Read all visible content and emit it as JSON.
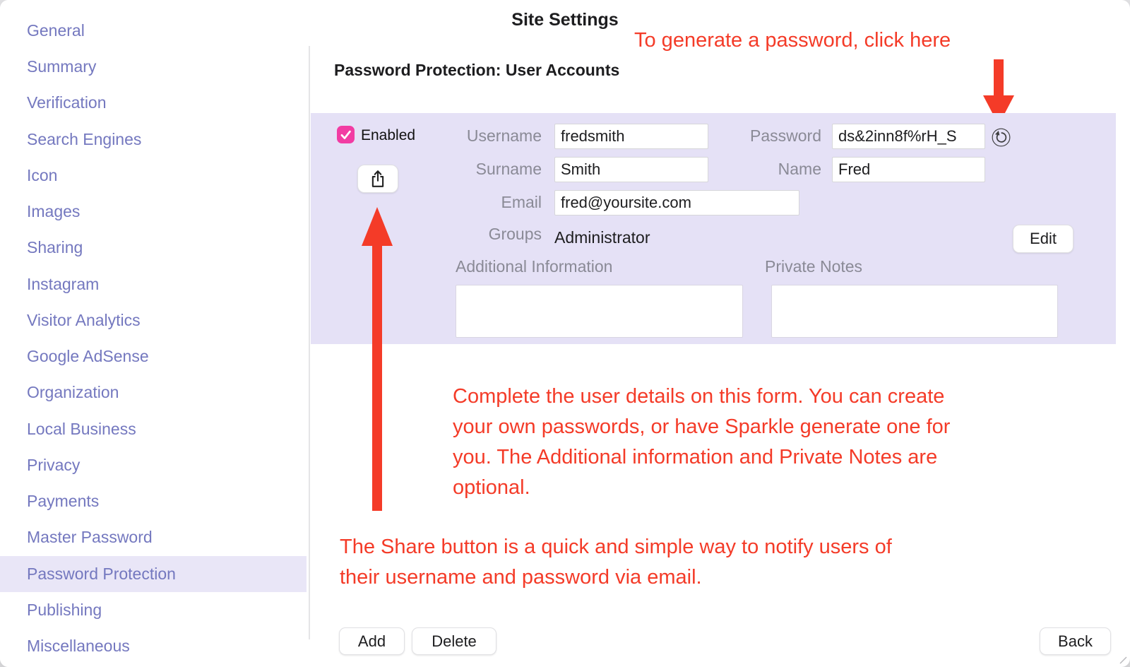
{
  "window": {
    "title": "Site Settings"
  },
  "sidebar": {
    "items": [
      {
        "label": "General",
        "selected": false
      },
      {
        "label": "Summary",
        "selected": false
      },
      {
        "label": "Verification",
        "selected": false
      },
      {
        "label": "Search Engines",
        "selected": false
      },
      {
        "label": "Icon",
        "selected": false
      },
      {
        "label": "Images",
        "selected": false
      },
      {
        "label": "Sharing",
        "selected": false
      },
      {
        "label": "Instagram",
        "selected": false
      },
      {
        "label": "Visitor Analytics",
        "selected": false
      },
      {
        "label": "Google AdSense",
        "selected": false
      },
      {
        "label": "Organization",
        "selected": false
      },
      {
        "label": "Local Business",
        "selected": false
      },
      {
        "label": "Privacy",
        "selected": false
      },
      {
        "label": "Payments",
        "selected": false
      },
      {
        "label": "Master Password",
        "selected": false
      },
      {
        "label": "Password Protection",
        "selected": true
      },
      {
        "label": "Publishing",
        "selected": false
      },
      {
        "label": "Miscellaneous",
        "selected": false
      }
    ]
  },
  "main": {
    "heading": "Password Protection: User Accounts",
    "form": {
      "enabled_label": "Enabled",
      "fields": {
        "username": {
          "label": "Username",
          "value": "fredsmith"
        },
        "password": {
          "label": "Password",
          "value": "ds&2inn8f%rH_S"
        },
        "surname": {
          "label": "Surname",
          "value": "Smith"
        },
        "name": {
          "label": "Name",
          "value": "Fred"
        },
        "email": {
          "label": "Email",
          "value": "fred@yoursite.com"
        }
      },
      "groups_label": "Groups",
      "groups_value": "Administrator",
      "edit_button": "Edit",
      "additional_info_label": "Additional Information",
      "private_notes_label": "Private Notes",
      "icons": {
        "share": "share-icon",
        "generate_password": "generate-password-icon",
        "enabled_check": "checkmark-icon"
      }
    },
    "annotations": {
      "generate_password": "To generate a password, click here",
      "form_help_lines": [
        "Complete the user details on this form. You can create",
        "your own passwords, or have Sparkle generate one for",
        "you. The Additional information and Private Notes are",
        "optional."
      ],
      "share_help_lines": [
        "The Share button is a quick and simple way to notify users of",
        "their username and password via email."
      ]
    },
    "buttons": {
      "add": "Add",
      "delete": "Delete",
      "back": "Back"
    }
  },
  "colors": {
    "annotation_red": "#f43b28",
    "checkbox_pink": "#f23ca3",
    "panel_lavender": "#e5e1f6",
    "sidebar_text": "#7478bf",
    "sidebar_selected_bg": "#e9e6f7",
    "label_gray": "#8a8a96"
  }
}
